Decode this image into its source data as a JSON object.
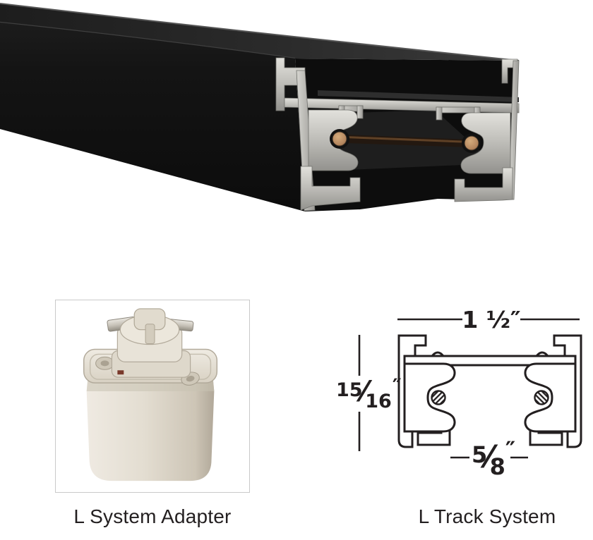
{
  "figures": {
    "adapter": {
      "caption": "L System Adapter"
    },
    "track": {
      "caption": "L Track System"
    }
  },
  "dimensions": {
    "width_label": "1 ½″",
    "height_numerator": "15",
    "height_slash": "⁄",
    "height_denominator": "16",
    "height_unit": "″",
    "bottom_numerator": "5",
    "bottom_slash": "⁄",
    "bottom_denominator": "8",
    "bottom_unit": "″"
  },
  "colors": {
    "background": "#ffffff",
    "track_black": "#121212",
    "aluminum_silver": "#c3c2bd",
    "copper_conductor": "#b5875f",
    "adapter_cream": "#e7e2d8",
    "line_art": "#231f20",
    "frame_border": "#c9c9c9",
    "caption_text": "#231f20"
  }
}
